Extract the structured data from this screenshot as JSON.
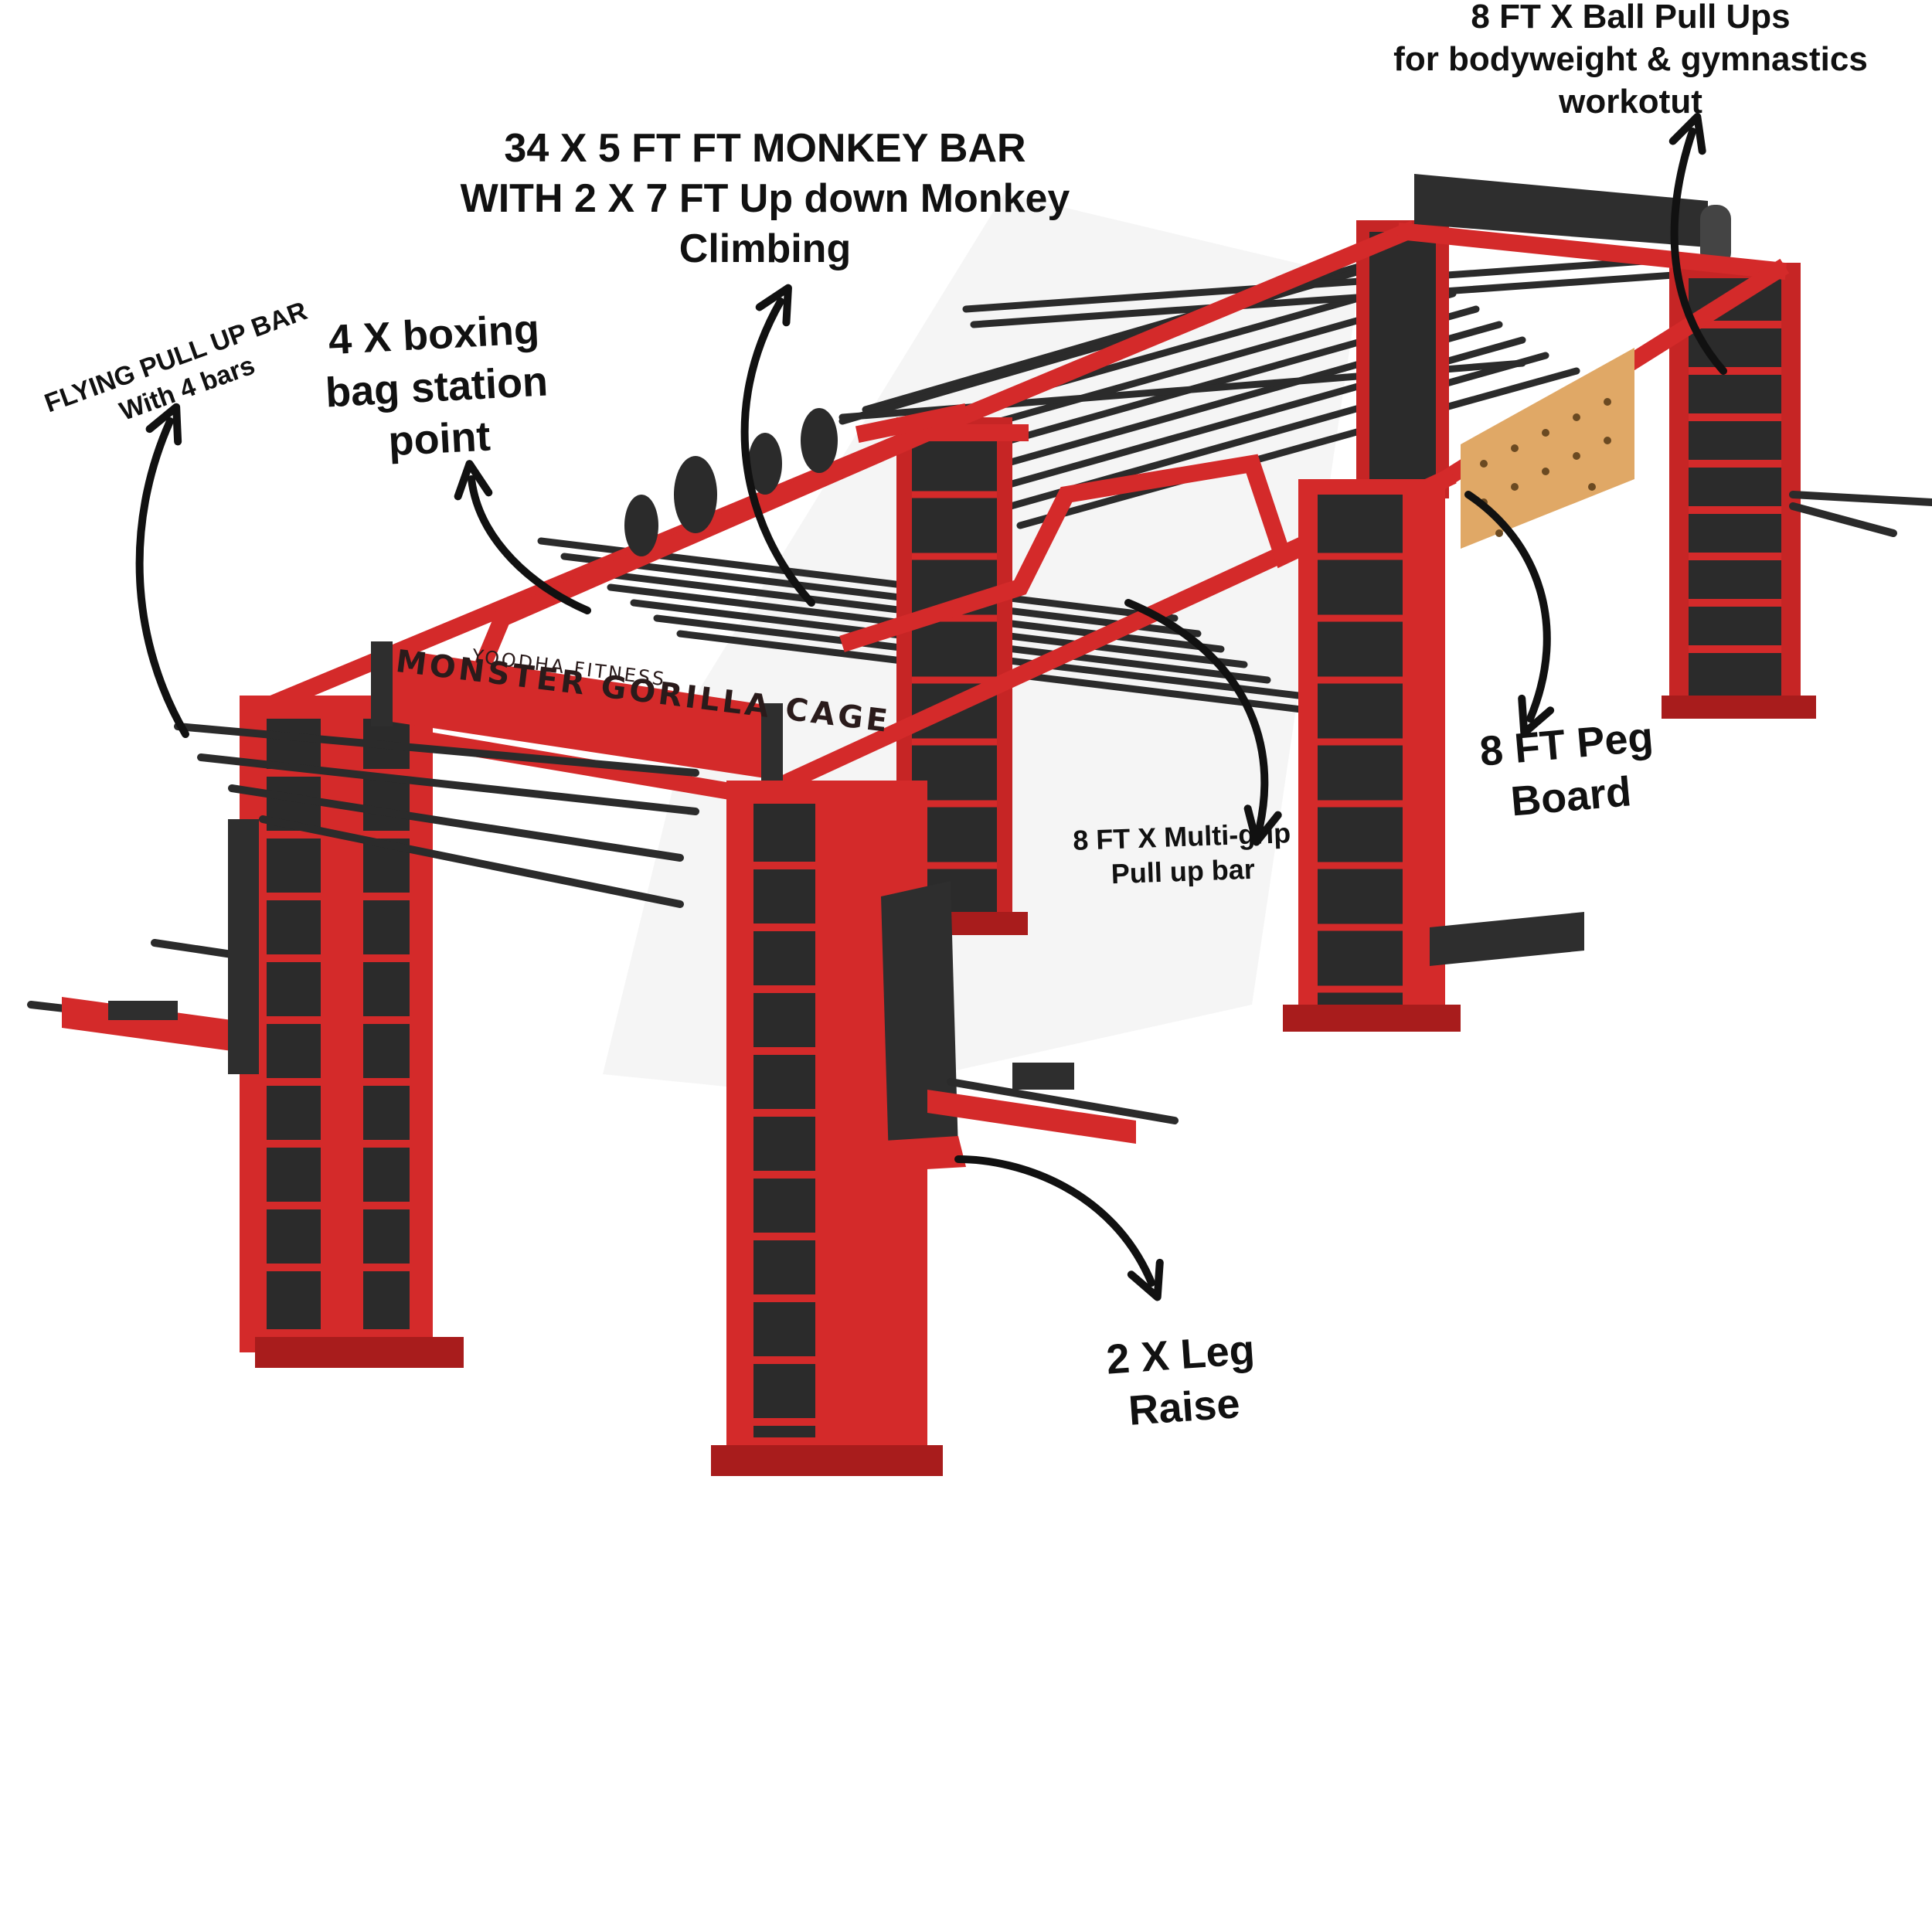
{
  "labels": {
    "monkey_bar": [
      "34 X 5 FT FT MONKEY BAR",
      "WITH 2 X 7 FT Up down Monkey",
      "Climbing"
    ],
    "ball_pull_ups": [
      "8 FT X Ball Pull Ups",
      "for bodyweight & gymnastics",
      "workotut"
    ],
    "flying_pull_up": [
      "FLYING PULL UP BAR",
      "With 4 bars"
    ],
    "boxing_bag": [
      "4 X boxing",
      "bag station",
      "point"
    ],
    "multi_grip": [
      "8 FT X Multi-grip",
      "Pull up bar"
    ],
    "peg_board": [
      "8 FT Peg",
      "Board"
    ],
    "leg_raise": [
      "2 X Leg",
      "Raise"
    ]
  },
  "branding": {
    "maker": "YOODHA FITNESS",
    "product": "MONSTER GORILLA CAGE"
  },
  "colors": {
    "frame": "#d42a2a",
    "frame_dark": "#9c1818",
    "bars": "#2b2b2b",
    "peg_board": "#e0a866",
    "arrow": "#111111",
    "pad": "#2e2e2e"
  }
}
